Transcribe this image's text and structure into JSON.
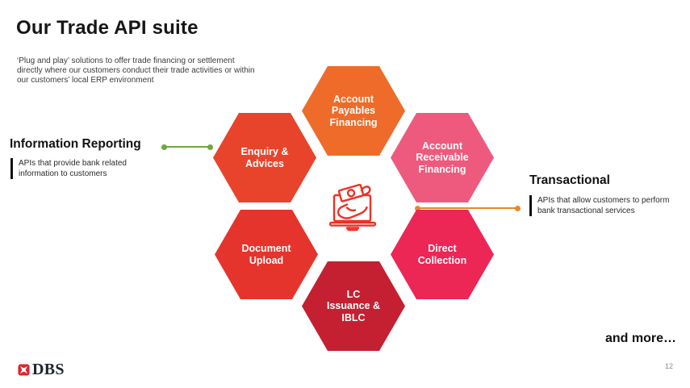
{
  "slide": {
    "title": "Our Trade API suite",
    "subtitle": "‘Plug and play’ solutions to offer trade financing or settlement\ndirectly where our customers conduct their trade activities or within\nour customers’ local ERP environment",
    "and_more": "and more…",
    "page_number": "12"
  },
  "logo": {
    "text": "DBS",
    "color": "#e0242c"
  },
  "categories": {
    "information_reporting": {
      "heading": "Information Reporting",
      "description": "APIs that provide bank related\ninformation to customers",
      "connector_color": "#6fa83c"
    },
    "transactional": {
      "heading": "Transactional",
      "description": "APIs that allow customers to perform\nbank transactional services",
      "connector_color": "#e8872b"
    }
  },
  "hexagons": [
    {
      "id": "account-payables-financing",
      "label": "Account\nPayables\nFinancing",
      "color": "#ef6b29"
    },
    {
      "id": "enquiry-advices",
      "label": "Enquiry &\nAdvices",
      "color": "#e8442b"
    },
    {
      "id": "account-receivable-financing",
      "label": "Account\nReceivable\nFinancing",
      "color": "#ee5a7e"
    },
    {
      "id": "document-upload",
      "label": "Document\nUpload",
      "color": "#e5342c"
    },
    {
      "id": "direct-collection",
      "label": "Direct\nCollection",
      "color": "#ec2655"
    },
    {
      "id": "lc-issuance-iblc",
      "label": "LC\nIssuance &\nIBLC",
      "color": "#c42031"
    }
  ],
  "center_icon": {
    "name": "online-payment",
    "color": "#ee3124"
  }
}
